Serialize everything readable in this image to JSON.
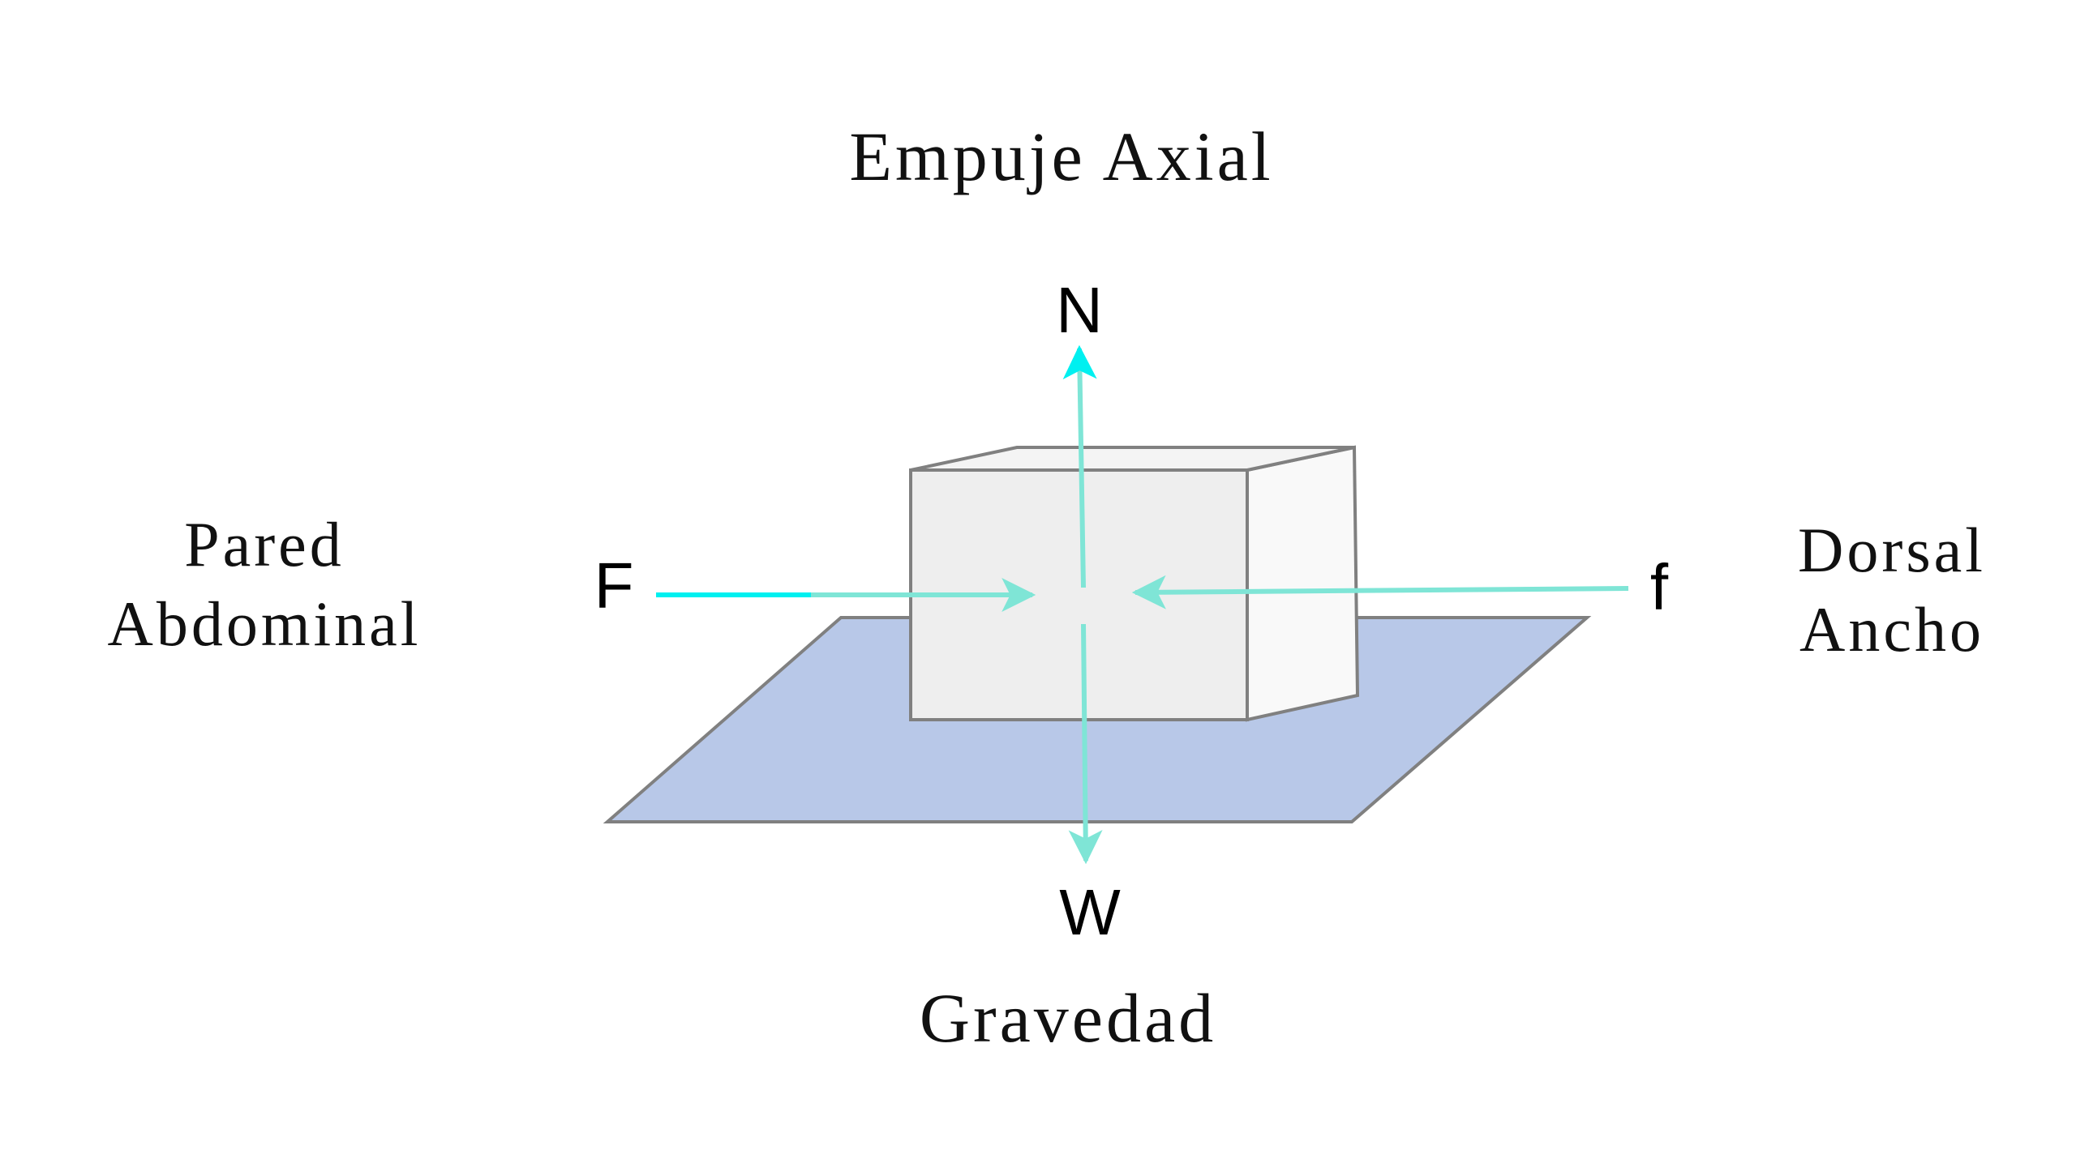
{
  "title": "Empuje Axial",
  "bottom_label": "Gravedad",
  "left_label": {
    "line1": "Pared",
    "line2": "Abdominal"
  },
  "right_label": {
    "line1": "Dorsal",
    "line2": "Ancho"
  },
  "forces": {
    "normal": "N",
    "weight": "W",
    "applied": "F",
    "friction": "f"
  },
  "colors": {
    "arrow": "#7fe5d6",
    "arrow_bright": "#00f0f0",
    "plane": "#b8c8e8",
    "box_front": "#eeeeee",
    "box_side": "#f9f9f9",
    "edge": "#808080"
  }
}
